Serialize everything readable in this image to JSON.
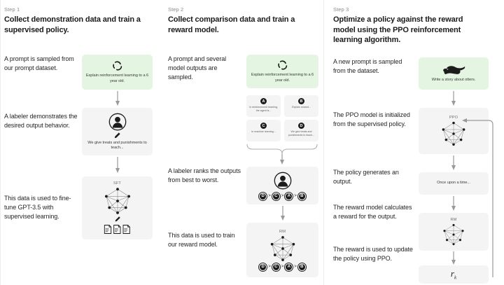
{
  "diagram": {
    "title": "RLHF three-step training diagram",
    "accent_green": "#e4f5e2",
    "box_gray": "#f4f4f5"
  },
  "steps": [
    {
      "label": "Step 1",
      "title": "Collect demonstration data and train a supervised policy.",
      "captions": [
        "A prompt is sampled from our prompt dataset.",
        "A labeler demonstrates the desired output behavior.",
        "This data is used to fine-tune GPT-3.5 with supervised learning."
      ],
      "prompt_box": {
        "icon": "recycle-icon",
        "text": "Explain reinforcement learning to a 6 year old."
      },
      "labeler_box": {
        "icon": "labeler-person-icon",
        "text": "We give treats and punishments to teach..."
      },
      "model_box": {
        "caption": "SFT",
        "icon": "neural-net-icon",
        "docs_icon": "documents-icon"
      }
    },
    {
      "label": "Step 2",
      "title": "Collect comparison data and train a reward model.",
      "captions": [
        "A prompt and several model outputs are sampled.",
        "A labeler ranks the outputs from best to worst.",
        "This data is used to train our reward model."
      ],
      "prompt_box": {
        "icon": "recycle-icon",
        "text": "Explain reinforcement learning to a 6 year old."
      },
      "outputs": [
        {
          "letter": "A",
          "text": "In reinforcement learning, the agent is..."
        },
        {
          "letter": "B",
          "text": "Explain reward..."
        },
        {
          "letter": "C",
          "text": "In machine learning..."
        },
        {
          "letter": "D",
          "text": "We give treats and punishments to teach..."
        }
      ],
      "ranking_box": {
        "icon": "labeler-person-icon",
        "ranking": [
          "D",
          "C",
          "A",
          "B"
        ]
      },
      "reward_box": {
        "caption": "RM",
        "icon": "neural-net-icon",
        "ranking": [
          "D",
          "C",
          "A",
          "B"
        ]
      }
    },
    {
      "label": "Step 3",
      "title": "Optimize a policy against the reward model using the PPO reinforcement learning algorithm.",
      "captions": [
        "A new prompt is sampled from the dataset.",
        "The PPO model is initialized from the supervised policy.",
        "The policy generates an output.",
        "The reward model calculates a reward for the output.",
        "The reward is used to update the policy using PPO."
      ],
      "prompt_box": {
        "icon": "otter-icon",
        "text": "Write a story about otters."
      },
      "ppo_box": {
        "caption": "PPO",
        "icon": "neural-net-icon"
      },
      "output_box": {
        "text": "Once upon a time..."
      },
      "rm_box": {
        "caption": "RM",
        "icon": "neural-net-icon"
      },
      "reward_box": {
        "formula": "r",
        "subscript": "k"
      }
    }
  ]
}
